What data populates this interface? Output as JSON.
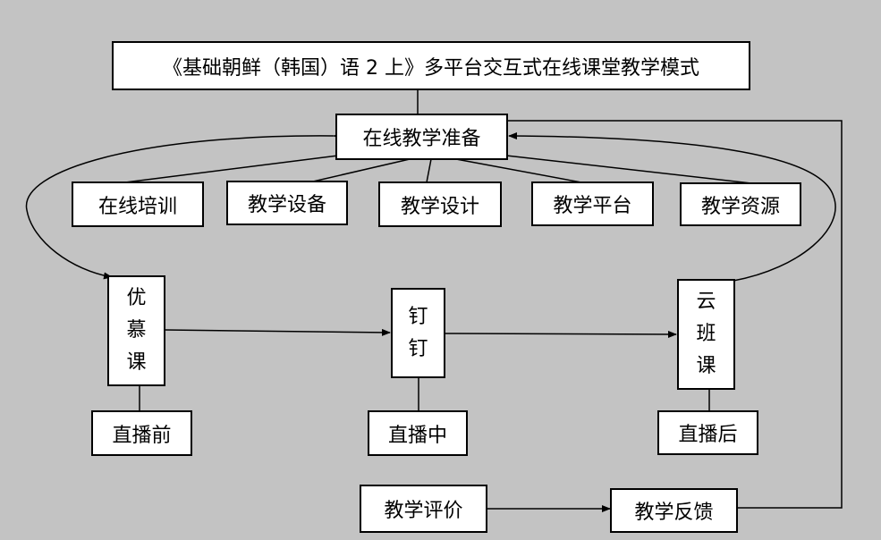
{
  "title": "《基础朝鲜（韩国）语 2 上》多平台交互式在线课堂教学模式",
  "prep": "在线教学准备",
  "prep_items": [
    "在线培训",
    "教学设备",
    "教学设计",
    "教学平台",
    "教学资源"
  ],
  "platforms": [
    {
      "name": "优慕课",
      "stage": "直播前"
    },
    {
      "name": "钉钉",
      "stage": "直播中"
    },
    {
      "name": "云班课",
      "stage": "直播后"
    }
  ],
  "evaluation": "教学评价",
  "feedback": "教学反馈",
  "colors": {
    "background": "#c3c3c3",
    "box": "#ffffff",
    "line": "#000000"
  }
}
